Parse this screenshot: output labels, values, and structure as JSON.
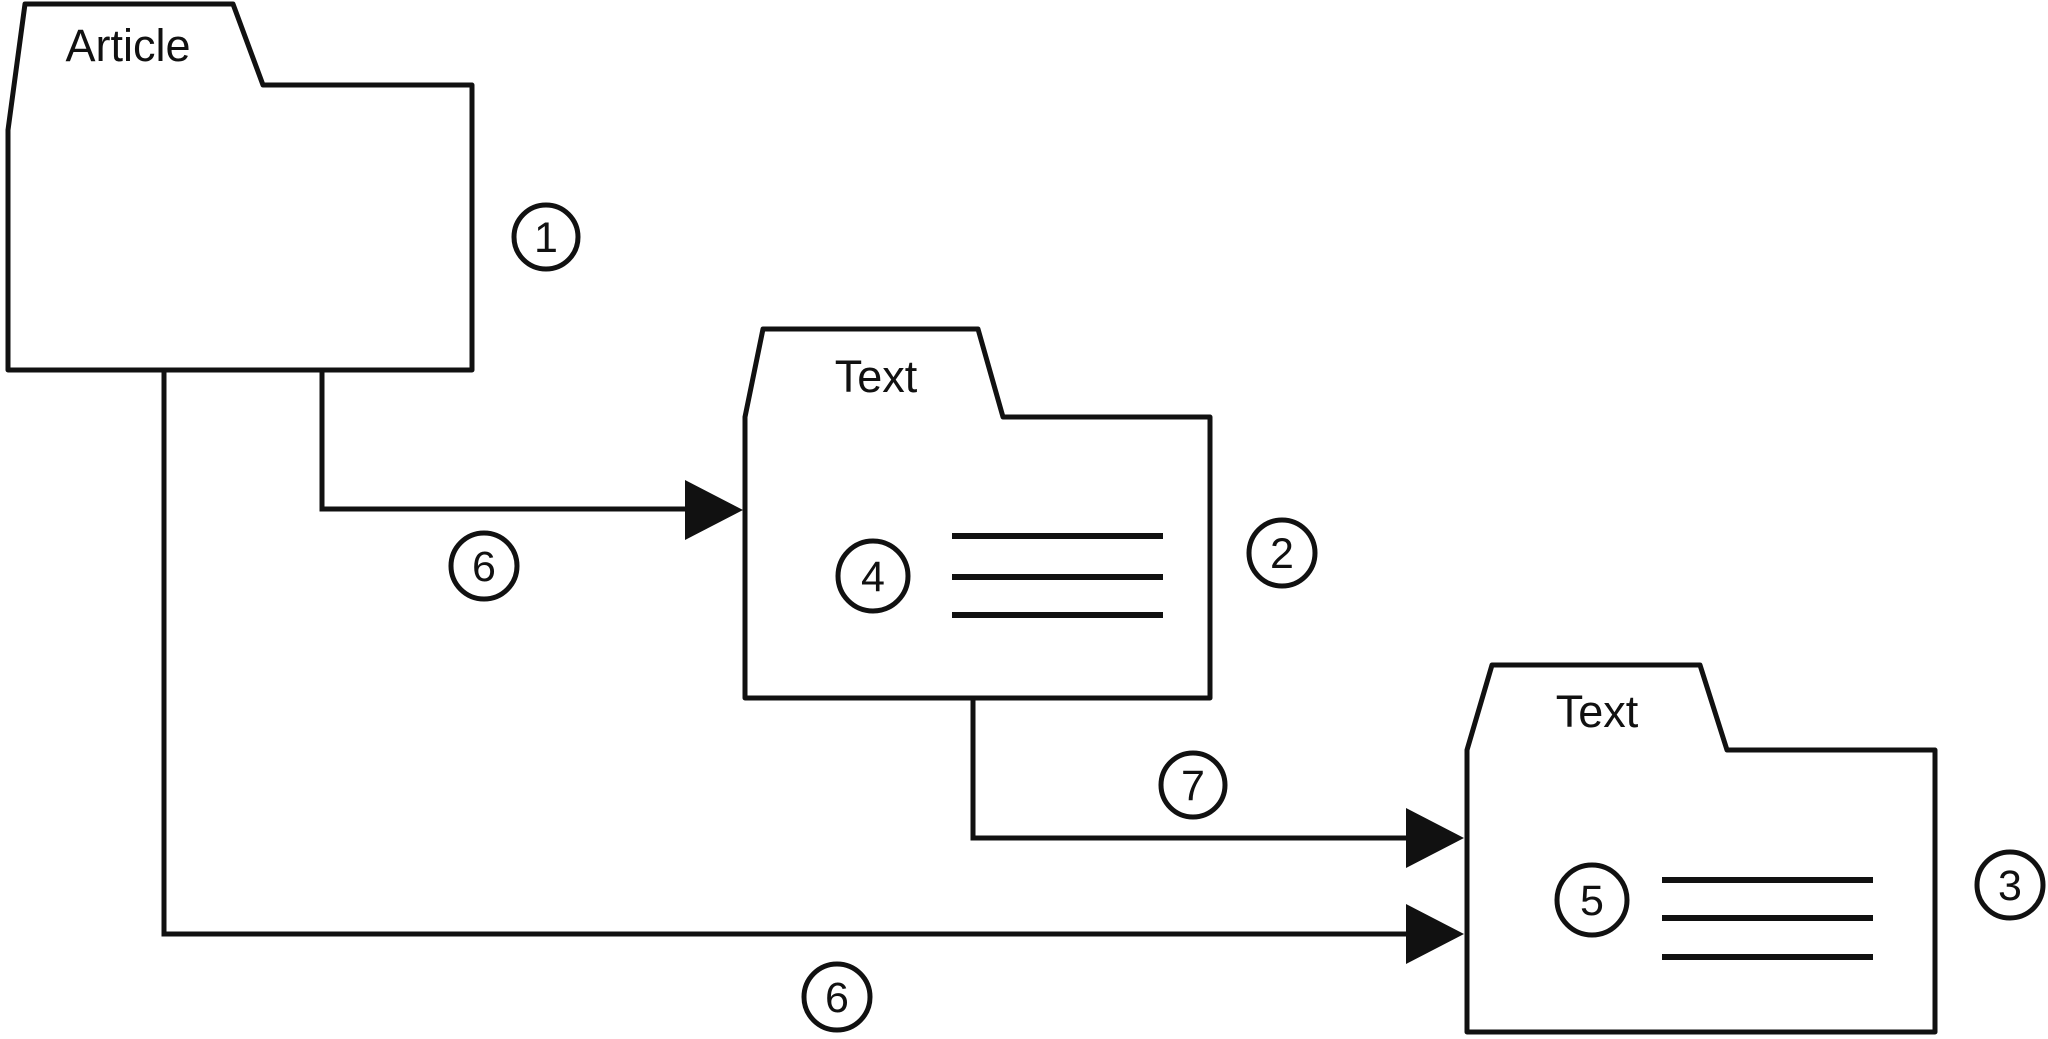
{
  "page": {
    "background": "#ffffff"
  },
  "diagram": {
    "stroke_color": "#111111",
    "node_fill": "#ffffff",
    "nodes": {
      "article": {
        "type": "folder",
        "label": "Article",
        "badge": "1"
      },
      "text1": {
        "type": "folder",
        "label": "Text",
        "badge": "2",
        "inner_badge": "4"
      },
      "text2": {
        "type": "folder",
        "label": "Text",
        "badge": "3",
        "inner_badge": "5"
      }
    },
    "edges": {
      "article_to_text1": {
        "badge": "6"
      },
      "text1_to_text2": {
        "badge": "7"
      },
      "article_to_text2": {
        "badge": "6"
      }
    }
  }
}
